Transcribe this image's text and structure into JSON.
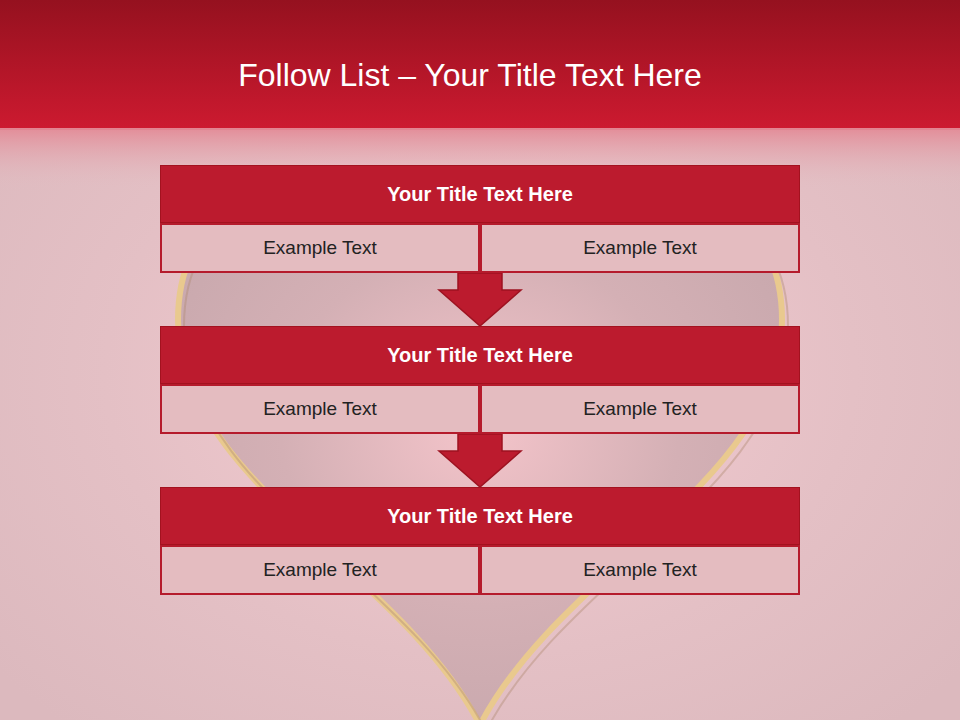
{
  "diagram": {
    "title": "Follow List – Your Title Text Here",
    "nodes": [
      {
        "text": [
          "Your Title Text Here"
        ]
      },
      {
        "text": [
          "Example Text"
        ],
        "in": 0
      },
      {
        "text": [
          "Example Text"
        ],
        "in": 0
      },
      {
        "text": [
          "Your Title Text Here"
        ]
      },
      {
        "text": [
          "Example Text"
        ],
        "in": 3
      },
      {
        "text": [
          "Example Text"
        ],
        "in": 3
      },
      {
        "text": [
          "Your Title Text Here"
        ]
      },
      {
        "text": [
          "Example Text"
        ],
        "in": 6
      },
      {
        "text": [
          "Example Text"
        ],
        "in": 6
      }
    ],
    "edges": [
      {
        "from": 0,
        "to": 3,
        "arrow": "to"
      },
      {
        "from": 3,
        "to": 6,
        "arrow": "to"
      }
    ]
  }
}
